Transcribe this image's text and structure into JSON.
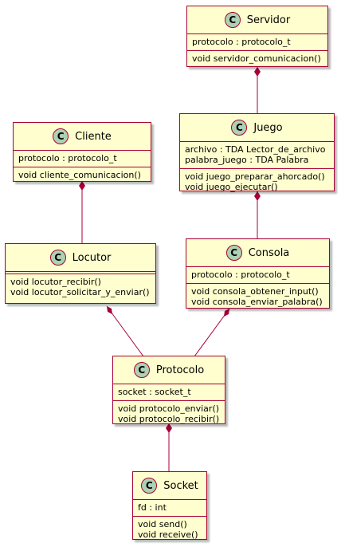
{
  "classes": {
    "servidor": {
      "name": "Servidor",
      "stereotype_letter": "C",
      "attributes": [
        "protocolo : protocolo_t"
      ],
      "methods": [
        "void servidor_comunicacion()"
      ]
    },
    "juego": {
      "name": "Juego",
      "stereotype_letter": "C",
      "attributes": [
        "archivo : TDA Lector_de_archivo",
        "palabra_juego : TDA Palabra"
      ],
      "methods": [
        "void juego_preparar_ahorcado()",
        "void juego_ejecutar()"
      ]
    },
    "cliente": {
      "name": "Cliente",
      "stereotype_letter": "C",
      "attributes": [
        "protocolo : protocolo_t"
      ],
      "methods": [
        "void cliente_comunicacion()"
      ]
    },
    "locutor": {
      "name": "Locutor",
      "stereotype_letter": "C",
      "attributes": [],
      "methods": [
        "void locutor_recibir()",
        "void locutor_solicitar_y_enviar()"
      ]
    },
    "consola": {
      "name": "Consola",
      "stereotype_letter": "C",
      "attributes": [
        "protocolo : protocolo_t"
      ],
      "methods": [
        "void consola_obtener_input()",
        "void consola_enviar_palabra()"
      ]
    },
    "protocolo": {
      "name": "Protocolo",
      "stereotype_letter": "C",
      "attributes": [
        "socket : socket_t"
      ],
      "methods": [
        "void protocolo_enviar()",
        "void protocolo_recibir()"
      ]
    },
    "socket": {
      "name": "Socket",
      "stereotype_letter": "C",
      "attributes": [
        "fd : int"
      ],
      "methods": [
        "void send()",
        "void receive()"
      ]
    }
  },
  "relations": [
    {
      "whole": "servidor",
      "part": "juego",
      "type": "composition"
    },
    {
      "whole": "juego",
      "part": "consola",
      "type": "composition"
    },
    {
      "whole": "cliente",
      "part": "locutor",
      "type": "composition"
    },
    {
      "whole": "locutor",
      "part": "protocolo",
      "type": "composition"
    },
    {
      "whole": "consola",
      "part": "protocolo",
      "type": "composition"
    },
    {
      "whole": "protocolo",
      "part": "socket",
      "type": "composition"
    }
  ],
  "colors": {
    "class_fill": "#fefece",
    "class_border": "#a80036",
    "badge_fill": "#add1b2",
    "edge": "#a80036"
  }
}
